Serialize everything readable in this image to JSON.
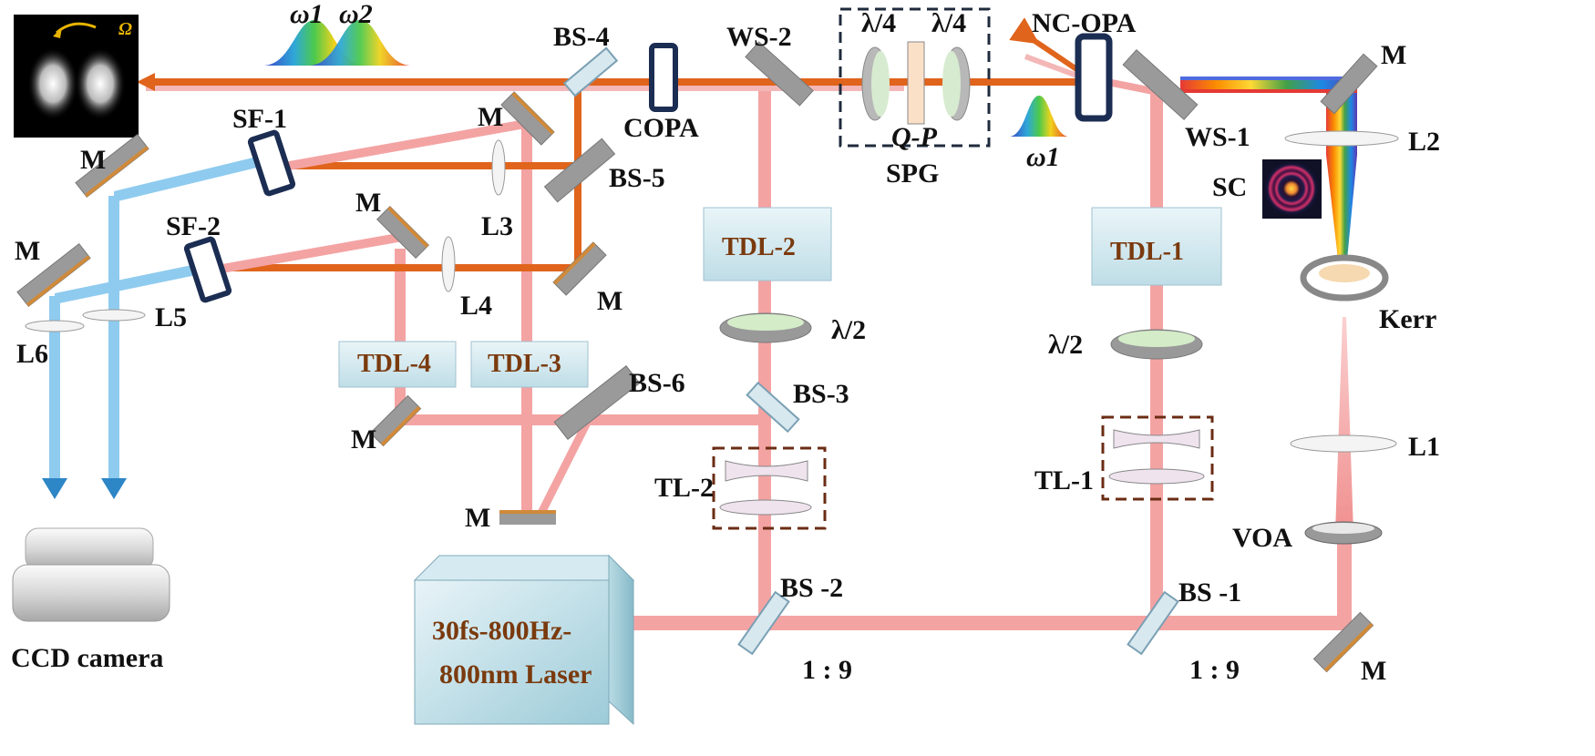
{
  "labels": {
    "omega1_top": "ω1",
    "omega2_top": "ω2",
    "Omega": "Ω",
    "bs4": "BS-4",
    "copa": "COPA",
    "ws2": "WS-2",
    "lambda4_left": "λ/4",
    "lambda4_right": "λ/4",
    "qp": "Q-P",
    "spg": "SPG",
    "nc_opa": "NC-OPA",
    "omega1_mid": "ω1",
    "ws1": "WS-1",
    "m_topright": "M",
    "l2": "L2",
    "sc": "SC",
    "kerr": "Kerr",
    "l1": "L1",
    "voa": "VOA",
    "m_bottomright": "M",
    "bs1": "BS -1",
    "ratio1": "1 : 9",
    "bs2": "BS -2",
    "ratio2": "1 : 9",
    "laser_line1": "30fs-800Hz-",
    "laser_line2": "800nm Laser",
    "tdl1": "TDL-1",
    "lambda2_right": "λ/2",
    "tl1": "TL-1",
    "tdl2": "TDL-2",
    "lambda2_mid": "λ/2",
    "bs3": "BS-3",
    "tl2": "TL-2",
    "bs6": "BS-6",
    "m_bs6": "M",
    "tdl3": "TDL-3",
    "tdl4": "TDL-4",
    "m_tdl4": "M",
    "m_l4": "M",
    "bs5": "BS-5",
    "l3": "L3",
    "m_l3": "M",
    "m_upper": "M",
    "l4": "L4",
    "sf1": "SF-1",
    "sf2": "SF-2",
    "m_left1": "M",
    "m_left2": "M",
    "l5": "L5",
    "l6": "L6",
    "ccd": "CCD camera"
  },
  "colors": {
    "pump_beam": "#f4a3a3",
    "signal_beam": "#e0641c",
    "idler_beam": "#8fcbef",
    "mirror_gray": "#8c8c8c",
    "mirror_orange": "#d08a3a",
    "tdl_box": "#cfe6ee",
    "crystal_dark": "#1b2d52",
    "dashed_navy": "#1f2b3c",
    "dashed_brown": "#6b2c14",
    "label_brown": "#7a3a0e"
  }
}
